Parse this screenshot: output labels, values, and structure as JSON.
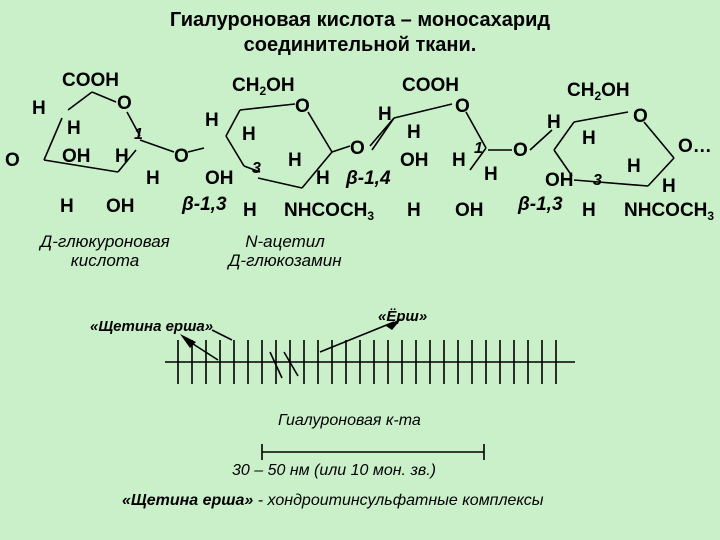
{
  "title": {
    "line1": "Гиалуроновая кислота – моносахарид",
    "line2": "соединительной ткани."
  },
  "labels": {
    "cooh": "COOH",
    "ch2": "CH",
    "two": "2",
    "oh_suffix": "OH",
    "o": "O",
    "h": "H",
    "oh": "OH",
    "num1": "1",
    "num3": "3",
    "beta13": "β-1,3",
    "beta14": "β-1,4",
    "nhcoch": "NHCOCH",
    "three": "3",
    "o_end": "O…"
  },
  "captions": {
    "glucuronic_1": "Д-глюкуроновая",
    "glucuronic_2": "кислота",
    "acetyl_1": "N-ацетил",
    "acetyl_2": "Д-глюкозамин"
  },
  "diagram": {
    "brush_bristle": "«Щетина ерша»",
    "brush": "«Ёрш»",
    "hyaluronic": "Гиалуроновая к-та",
    "size": "30 – 50 нм (или 10 мон. зв.)",
    "footnote_left": "«Щетина ерша»",
    "footnote_right": " - хондроитинсульфатные комплексы"
  },
  "colors": {
    "background": "#c9f0c9",
    "ink": "#000000"
  }
}
